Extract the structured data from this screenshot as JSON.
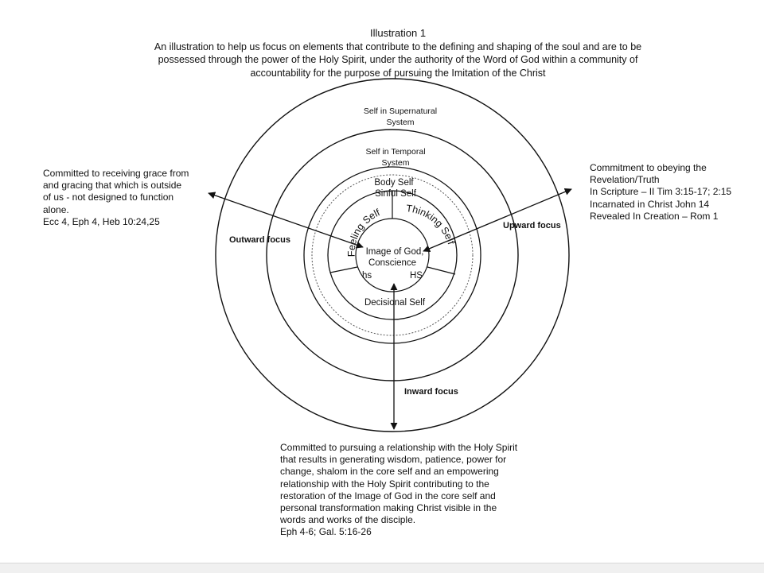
{
  "header": {
    "title": "Illustration 1",
    "subtitle_lines": [
      "An illustration to help us focus on elements that contribute to the defining and shaping of the soul and are to be",
      "possessed through the power of the Holy Spirit, under the authority of the Word of God within a community of",
      "accountability for the purpose of pursuing the Imitation of the Christ"
    ]
  },
  "rings": {
    "outer": [
      "Self in Supernatural",
      "System"
    ],
    "second": [
      "Self in Temporal",
      "System"
    ],
    "body_self": "Body Self",
    "sinful_self": "Sinful Self",
    "feeling_self": "Feeling Self",
    "thinking_self": "Thinking Self",
    "decisional_self": "Decisional Self"
  },
  "core": {
    "lines": [
      "Image of God,",
      "Conscience"
    ],
    "hs_left": "hs",
    "hs_right": "HS"
  },
  "focus_labels": {
    "outward": "Outward focus",
    "upward": "Upward focus",
    "inward": "Inward focus"
  },
  "notes": {
    "left": [
      "Committed to receiving grace from",
      "and gracing that which is outside",
      "of us - not designed to function",
      "alone.",
      "Ecc 4, Eph 4, Heb 10:24,25"
    ],
    "right": [
      "Commitment to obeying the",
      "Revelation/Truth",
      "In Scripture – II Tim 3:15-17; 2:15",
      " Incarnated in Christ John 14",
      "Revealed In Creation – Rom 1"
    ],
    "bottom": [
      "Committed to pursuing a relationship with the Holy Spirit",
      "that results in generating wisdom, patience, power for",
      "change, shalom in the core self and an empowering",
      "relationship with the Holy Spirit contributing to the",
      "restoration of the Image of God in the core self and",
      "personal transformation making Christ visible in the",
      "words and works of the disciple.",
      "Eph 4-6; Gal. 5:16-26"
    ]
  }
}
